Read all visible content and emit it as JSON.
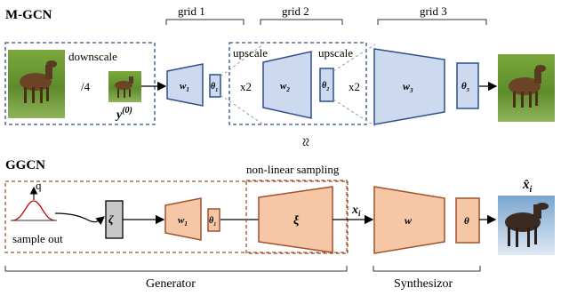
{
  "colors": {
    "blue_fill": "#cdd9ee",
    "blue_stroke": "#2f4f8a",
    "orange_fill": "#f6c7a6",
    "orange_stroke": "#a0522d",
    "dashed_blue": "#2f4f8a",
    "dashed_orange": "#a0522d",
    "gray_fill": "#c8c8c8",
    "arrow": "#000000"
  },
  "mgcn": {
    "title": "M-GCN",
    "grid1": "grid 1",
    "grid2": "grid 2",
    "grid3": "grid 3",
    "downscale": "downscale",
    "div4": "/4",
    "y0_base": "y",
    "y0_sup": "(0)",
    "w1": "w",
    "w1_sub": "1",
    "theta1": "θ",
    "theta1_sub": "1",
    "x2_a": "x2",
    "upscale_a": "upscale",
    "w2": "w",
    "w2_sub": "2",
    "theta2": "θ",
    "theta2_sub": "2",
    "upscale_b": "upscale",
    "x2_b": "x2",
    "w3": "w",
    "w3_sub": "3",
    "theta3": "θ",
    "theta3_sub": "3"
  },
  "approx_symbol": "≈",
  "ggcn": {
    "title": "GGCN",
    "q": "q",
    "sample_out": "sample out",
    "zeta": "ζ",
    "w1": "w",
    "w1_sub": "1",
    "theta1": "θ",
    "theta1_sub": "1",
    "nonlinear": "non-linear sampling",
    "xi": "ξ",
    "xi_label": "x",
    "xi_label_sub": "i",
    "w": "w",
    "theta": "θ",
    "xhat": "x̂",
    "xhat_sub": "i",
    "generator": "Generator",
    "synthesizor": "Synthesizor"
  }
}
